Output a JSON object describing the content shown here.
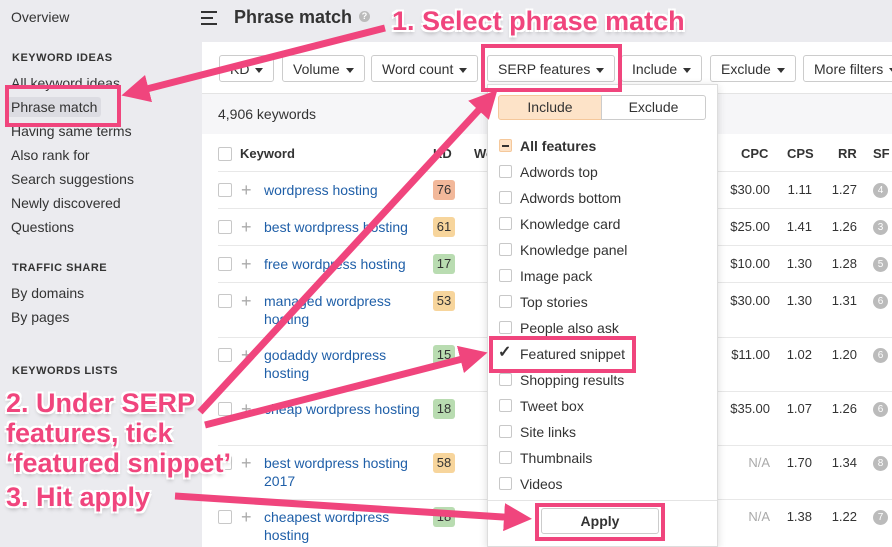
{
  "sidebar": {
    "overview": "Overview",
    "section1": "KEYWORD IDEAS",
    "items": [
      "All keyword ideas",
      "Phrase match",
      "Having same terms",
      "Also rank for",
      "Search suggestions",
      "Newly discovered",
      "Questions"
    ],
    "section2": "TRAFFIC SHARE",
    "items2": [
      "By domains",
      "By pages"
    ],
    "section3": "KEYWORDS LISTS"
  },
  "header": {
    "title": "Phrase match",
    "help_icon": "question-circle-icon",
    "menu_icon": "hamburger-icon"
  },
  "filters": [
    "KD",
    "Volume",
    "Word count",
    "SERP features",
    "Include",
    "Exclude",
    "More filters"
  ],
  "count": "4,906 keywords",
  "table": {
    "headers": [
      "Keyword",
      "KD",
      "Wo",
      "CPC",
      "CPS",
      "RR",
      "SF"
    ],
    "rows": [
      {
        "kw": "wordpress hosting",
        "kd": "76",
        "kdColor": "#f2b89a",
        "cpc": "$30.00",
        "cps": "1.11",
        "rr": "1.27",
        "sf": "4"
      },
      {
        "kw": "best wordpress hosting",
        "kd": "61",
        "kdColor": "#f7d59c",
        "cpc": "$25.00",
        "cps": "1.41",
        "rr": "1.26",
        "sf": "3"
      },
      {
        "kw": "free wordpress hosting",
        "kd": "17",
        "kdColor": "#b9dcb1",
        "cpc": "$10.00",
        "cps": "1.30",
        "rr": "1.28",
        "sf": "5"
      },
      {
        "kw": "managed wordpress hosting",
        "kd": "53",
        "kdColor": "#f7d59c",
        "cpc": "$30.00",
        "cps": "1.30",
        "rr": "1.31",
        "sf": "6"
      },
      {
        "kw": "godaddy wordpress hosting",
        "kd": "15",
        "kdColor": "#b9dcb1",
        "cpc": "$11.00",
        "cps": "1.02",
        "rr": "1.20",
        "sf": "6"
      },
      {
        "kw": "cheap wordpress hosting",
        "kd": "18",
        "kdColor": "#b9dcb1",
        "cpc": "$35.00",
        "cps": "1.07",
        "rr": "1.26",
        "sf": "6"
      },
      {
        "kw": "best wordpress hosting 2017",
        "kd": "58",
        "kdColor": "#f7d59c",
        "cpc": "N/A",
        "cps": "1.70",
        "rr": "1.34",
        "sf": "8"
      },
      {
        "kw": "cheapest wordpress hosting",
        "kd": "18",
        "kdColor": "#b9dcb1",
        "cpc": "N/A",
        "cps": "1.38",
        "rr": "1.22",
        "sf": "7"
      }
    ]
  },
  "dropdown": {
    "include": "Include",
    "exclude": "Exclude",
    "all": "All features",
    "options": [
      "Adwords top",
      "Adwords bottom",
      "Knowledge card",
      "Knowledge panel",
      "Image pack",
      "Top stories",
      "People also ask",
      "Featured snippet",
      "Shopping results",
      "Tweet box",
      "Site links",
      "Thumbnails",
      "Videos"
    ],
    "checked": "Featured snippet",
    "apply": "Apply",
    "accent": "#fde3c8"
  },
  "annotations": {
    "a1": "1. Select phrase match",
    "a2a": "2. Under SERP features, tick",
    "a2b": "‘featured snippet’",
    "a3": "3. Hit apply",
    "color": "#f0457d"
  }
}
